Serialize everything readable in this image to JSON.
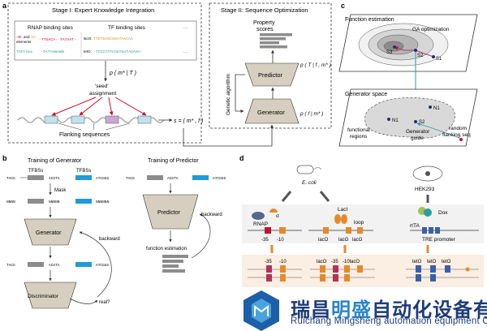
{
  "panel_a": {
    "letter": "a",
    "stage1_title": "Stage I: Expert Knowledge Integration",
    "rnap_header": "RNAP binding sites",
    "tf_header": "TF binding sites",
    "minus35": "-35",
    "and_word": "and",
    "minus10": "-10",
    "elements": "elements",
    "rnap_seq1": "-TTGACA- TATAAT-",
    "tata_box": "TATA box",
    "rnap_seq2": "-TATAAWAWN",
    "tf_tag1": "lacO:",
    "tf_seq1": "TTGTGAGCGGATAACAA",
    "tf_tag2": "tetO:",
    "tf_seq2": "-TCCCTATCAGTGATAGAGA-",
    "ellipsis": "...",
    "prob1": "p ( m* | T )",
    "seed_label": "'seed'",
    "assignment_label": "assignment",
    "flanking_label": "Flanking sequences",
    "s_formula": "s = ( m* , f )",
    "stage2_title": "Stage II: Sequence Optimization",
    "property_label1": "Property",
    "property_label2": "scores",
    "predictor_label": "Predictor",
    "generator_label": "Generator",
    "prob_pred": "p ( T | f , m* )",
    "prob_gen": "p ( f | m* )",
    "ga_label": "Genetic algorithm"
  },
  "panel_c": {
    "letter": "c",
    "function_estimation": "Function estimation",
    "ga_opt": "GA optimization",
    "s3": "S3",
    "s2": "S2",
    "s1": "S1",
    "generator_space": "Generator space",
    "n1": "N1",
    "n2": "N1",
    "s2b": "S2",
    "functional_regions1": "functional",
    "functional_regions2": "regions",
    "generator_guide1": "Generator",
    "generator_guide2": "guide",
    "random_flank1": "random",
    "random_flank2": "flanking seq"
  },
  "panel_b": {
    "letter": "b",
    "train_gen_title": "Training of Generator",
    "train_pred_title": "Training of Predictor",
    "tfbss1": "TFBSs",
    "tfbss2": "TFBSs",
    "seq_tacg": "TACG",
    "seq_acgta": "ACGTA",
    "seq_atcggg": "ATCGGG",
    "seq_nnnn": "NNNN",
    "seq_nnnnn": "NNNNN",
    "seq_nnnnnn": "NNNNNN",
    "mask_label": "Mask",
    "generator_label": "Generator",
    "discriminator_label": "Discriminator",
    "backward1": "backward",
    "real_label": "real?",
    "predictor_label": "Predictor",
    "backward2": "backward",
    "function_estimation": "function estimation"
  },
  "panel_d": {
    "letter": "d",
    "ecoli": "E. coli",
    "hek": "HEK293",
    "rnap": "RNAP",
    "sigma": "σ",
    "m35": "-35",
    "m10": "-10",
    "laci": "LacI",
    "loop": "loop",
    "laco1": "lacO",
    "laco2": "lacO",
    "laco3": "lacO",
    "dox": "Dox",
    "rtta": "rtTA",
    "tre": "TRE promoter",
    "b_m35": "-35",
    "b_m10": "-10",
    "b_laco1": "lacO",
    "b_m35b": "-35",
    "b_m10b": "-10lacO",
    "b_teto1": "tetO",
    "b_teto2": "tetO",
    "b_teto3": "tetO"
  },
  "watermark": {
    "cn_a": "瑞昌",
    "cn_b": "明盛",
    "cn_c": "自动化设备有限公司",
    "en": "Ruichang Mingsheng automation equipment Co., Ltd"
  },
  "colors": {
    "red": "#c8102e",
    "orange": "#e58a2b",
    "teal": "#2a9da6",
    "blue_bar": "#1f9bd7",
    "gray_bar": "#8c8c8c",
    "trapezoid": "#d6cfbf",
    "magenta": "#b03a78",
    "navy": "#2a2a6e",
    "watermark_blue": "#1d3c78"
  }
}
